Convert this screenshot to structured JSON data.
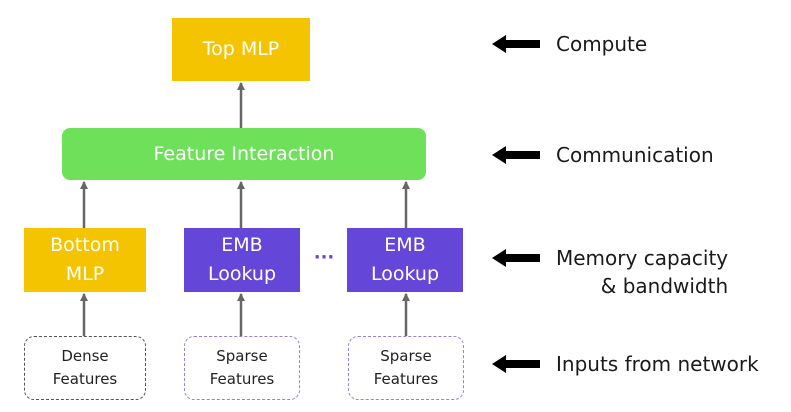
{
  "diagram": {
    "top_mlp": "Top MLP",
    "feature_interaction": "Feature Interaction",
    "bottom_mlp": {
      "line1": "Bottom",
      "line2": "MLP"
    },
    "emb_lookup_1": {
      "line1": "EMB",
      "line2": "Lookup"
    },
    "emb_lookup_2": {
      "line1": "EMB",
      "line2": "Lookup"
    },
    "ellipsis": "···",
    "dense_features": {
      "line1": "Dense",
      "line2": "Features"
    },
    "sparse_features_1": {
      "line1": "Sparse",
      "line2": "Features"
    },
    "sparse_features_2": {
      "line1": "Sparse",
      "line2": "Features"
    }
  },
  "annotations": {
    "compute": "Compute",
    "communication": "Communication",
    "memory": {
      "line1": "Memory capacity",
      "line2": "& bandwidth"
    },
    "inputs": "Inputs from network"
  },
  "colors": {
    "mlp": "#f5c400",
    "emb": "#6447d8",
    "interaction": "#6fe05a",
    "arrow": "#666666",
    "annotation_arrow": "#000000"
  }
}
